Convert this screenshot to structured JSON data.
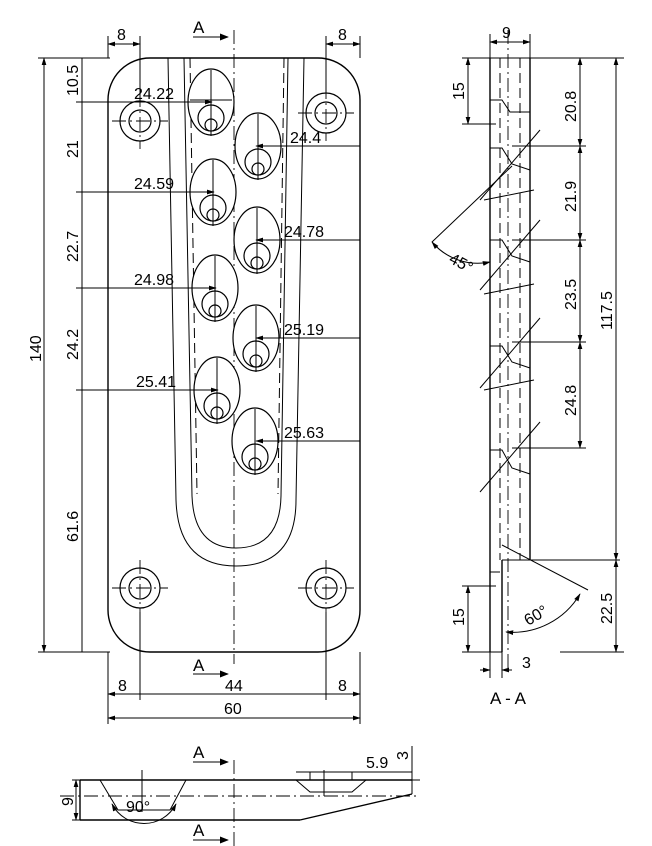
{
  "front_view": {
    "top_dims": [
      "8",
      "8"
    ],
    "bottom_dims": [
      "8",
      "44",
      "8",
      "60"
    ],
    "left_vertical_dims": [
      "10.5",
      "21",
      "22.7",
      "24.2",
      "61.6"
    ],
    "overall_height": "140",
    "section_mark": "A",
    "hole_distances": [
      "24.22",
      "24.4",
      "24.59",
      "24.78",
      "24.98",
      "25.19",
      "25.41",
      "25.63"
    ]
  },
  "section_view": {
    "title": "A - A",
    "thickness_top": "9",
    "thickness_bottom": "3",
    "left_dims": [
      "15",
      "15"
    ],
    "right_dims": [
      "20.8",
      "21.9",
      "23.5",
      "24.8",
      "22.5"
    ],
    "overall": "117.5",
    "angle_top": "45°",
    "angle_bottom": "60°"
  },
  "bottom_view": {
    "section_mark": "A",
    "angle": "90°",
    "height": "9",
    "counterbore": "5.9",
    "thin": "3"
  }
}
